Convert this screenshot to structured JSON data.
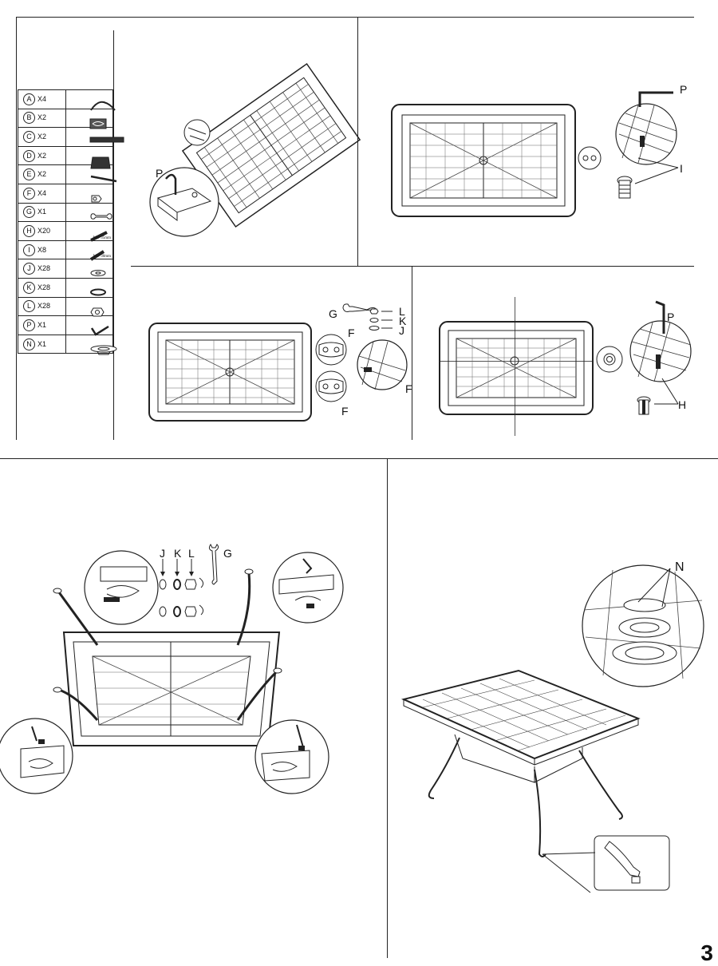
{
  "parts": [
    {
      "letter": "A",
      "qty": "X4",
      "icon": "leg-icon"
    },
    {
      "letter": "B",
      "qty": "X2",
      "icon": "end-panel-icon"
    },
    {
      "letter": "C",
      "qty": "X2",
      "icon": "side-panel-icon"
    },
    {
      "letter": "D",
      "qty": "X2",
      "icon": "tabletop-half-icon"
    },
    {
      "letter": "E",
      "qty": "X2",
      "icon": "brace-bar-icon"
    },
    {
      "letter": "F",
      "qty": "X4",
      "icon": "bracket-icon"
    },
    {
      "letter": "G",
      "qty": "X1",
      "icon": "wrench-icon"
    },
    {
      "letter": "H",
      "qty": "X20",
      "icon": "bolt-long-icon",
      "spec": "M8*35mm"
    },
    {
      "letter": "I",
      "qty": "X8",
      "icon": "bolt-short-icon",
      "spec": "M8*30mm"
    },
    {
      "letter": "J",
      "qty": "X28",
      "icon": "flat-washer-icon"
    },
    {
      "letter": "K",
      "qty": "X28",
      "icon": "spring-washer-icon"
    },
    {
      "letter": "L",
      "qty": "X28",
      "icon": "nut-icon"
    },
    {
      "letter": "P",
      "qty": "X1",
      "icon": "allen-key-icon"
    },
    {
      "letter": "N",
      "qty": "X1",
      "icon": "umbrella-ring-icon"
    }
  ],
  "labels": {
    "step1_p": "P",
    "step2_p": "P",
    "step2_i": "I",
    "step3_g": "G",
    "step3_l": "L",
    "step3_k": "K",
    "step3_j": "J",
    "step3_f1": "F",
    "step3_f2": "F",
    "step3_f3": "F",
    "step4_p": "P",
    "step4_h": "H",
    "step5_j": "J",
    "step5_k": "K",
    "step5_l": "L",
    "step5_g": "G",
    "step6_n": "N"
  },
  "page_number": "3"
}
